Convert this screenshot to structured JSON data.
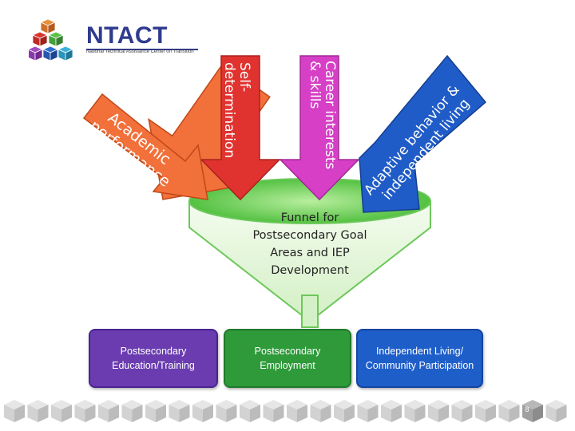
{
  "logo": {
    "title": "NTACT",
    "subtitle": "National Technical Assistance Center on Transition"
  },
  "arrows": {
    "academic_line1": "Academic",
    "academic_line2": "performance",
    "self_line1": "Self-",
    "self_line2": "determination",
    "career_line1": "Career interests",
    "career_line2": "& skills",
    "adaptive_line1": "Adaptive behavior &",
    "adaptive_line2": "independent living"
  },
  "funnel": {
    "line1": "Funnel for",
    "line2": "Postsecondary Goal",
    "line3": "Areas and IEP",
    "line4": "Development"
  },
  "outcomes": {
    "education_line1": "Postsecondary",
    "education_line2": "Education/Training",
    "employment_line1": "Postsecondary",
    "employment_line2": "Employment",
    "independent_line1": "Independent Living/",
    "independent_line2": "Community Participation"
  },
  "page_number": "8",
  "colors": {
    "academic": "#f2703a",
    "self_determination": "#e0332f",
    "career": "#d63fc6",
    "adaptive": "#1f5cc8",
    "funnel_light": "#d8f5cf",
    "funnel_top": "#5bd14a",
    "education": "#6a3cb0",
    "employment": "#2e9a3a",
    "independent": "#1e5ec9"
  }
}
